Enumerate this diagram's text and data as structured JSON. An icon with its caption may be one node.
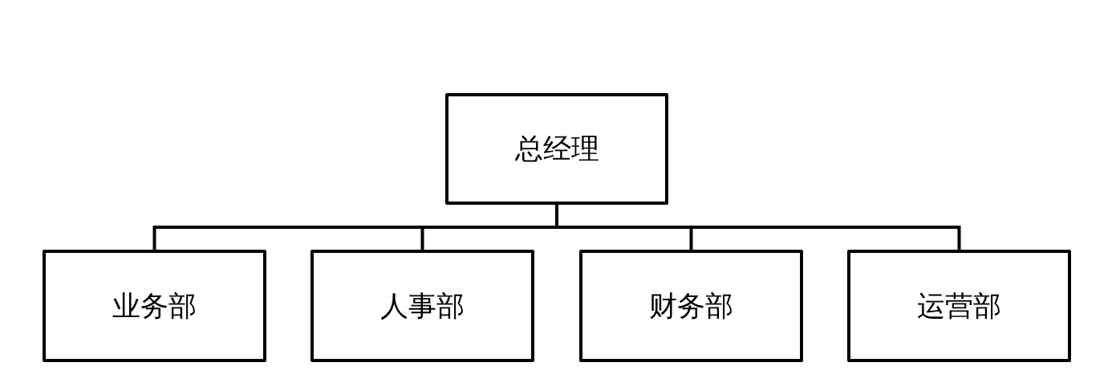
{
  "diagram": {
    "nodes": [
      {
        "text": [
          "总经理"
        ]
      },
      {
        "text": [
          "业务部"
        ]
      },
      {
        "text": [
          "人事部"
        ]
      },
      {
        "text": [
          "财务部"
        ]
      },
      {
        "text": [
          "运营部"
        ]
      }
    ],
    "edges": [
      {
        "from": 0,
        "to": 1,
        "arrow": "none"
      },
      {
        "from": 0,
        "to": 2,
        "arrow": "none"
      },
      {
        "from": 0,
        "to": 3,
        "arrow": "none"
      },
      {
        "from": 0,
        "to": 4,
        "arrow": "none"
      }
    ]
  }
}
